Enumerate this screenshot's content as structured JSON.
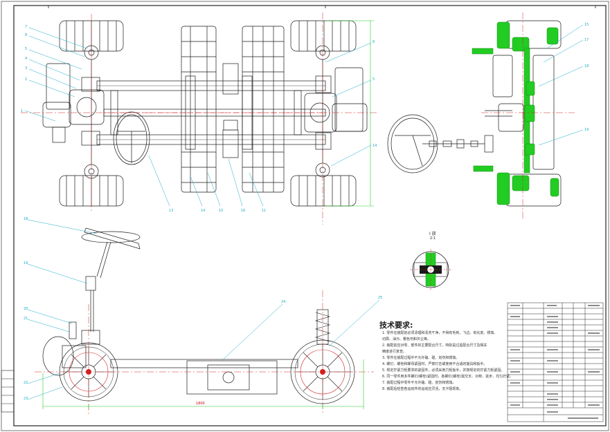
{
  "drawing": {
    "technical_requirements_title": "技术要求:",
    "technical_requirements": [
      "1. 零件在装配前必须清理和清洗干净，不得有毛刺、飞边、氧化皮、锈蚀、",
      "切屑、油污、着色剂和灰尘等。",
      "2. 装配前应对零、部件的主要配合尺寸，特别是过盈配合尺寸及相关",
      "精度进行复查。",
      "3. 零件在装配过程中不允许磕、碰、划伤和锈蚀。",
      "4. 螺钉、螺栓和螺母紧固时，严禁打击或使用不合适的旋具和扳手。",
      "5. 规定拧紧力矩要求的紧固件，必须采用力矩扳手，并按规定的拧紧力矩紧固。",
      "6. 同一零件用多件螺钉(螺栓)紧固时，各螺钉(螺栓)需交叉、对称、逐步、均匀拧紧。",
      "7. 装配过程中零件不允许磕、碰、划伤和锈蚀。",
      "8. 装配后检查各运动件的运动应灵活，无卡阻现象。"
    ],
    "section_label": "I 放",
    "section_scale": "2:1",
    "overall_dimension": "1800"
  },
  "colors": {
    "line": "#1a1a1a",
    "centerline": "#d42020",
    "highlight": "#22cc22",
    "border": "#222222"
  }
}
